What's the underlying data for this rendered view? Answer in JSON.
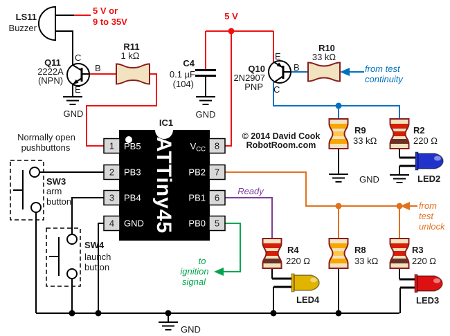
{
  "colors": {
    "power_red": "#ee1111",
    "signal_blue": "#0070c0",
    "signal_orange": "#e2711d",
    "signal_purple": "#7d3f98",
    "signal_green": "#00a550",
    "wire_black": "#000000",
    "resistor_body": "#f2e3c0",
    "resistor_outline": "#8b1d1d",
    "band_red": "#d81e05",
    "band_brown": "#6b3226",
    "band_orange": "#f9a602",
    "ic_body": "#000000",
    "led2_blue": "#2233cc",
    "led3_red": "#dd1111",
    "led4_yellow": "#e0b400"
  },
  "buzzer": {
    "ref": "LS11",
    "name": "Buzzer",
    "supply_line1": "5 V or",
    "supply_line2": "9 to 35V"
  },
  "power": {
    "rail_label": "5 V"
  },
  "transistors": {
    "q11": {
      "ref": "Q11",
      "part": "2222A",
      "package": "(NPN)",
      "collector": "C",
      "base": "B",
      "emitter": "E"
    },
    "q10": {
      "ref": "Q10",
      "part": "2N2907",
      "package": "PNP",
      "collector": "C",
      "base": "B",
      "emitter": "E"
    }
  },
  "resistors": {
    "r11": {
      "ref": "R11",
      "value": "1 kΩ"
    },
    "r10": {
      "ref": "R10",
      "value": "33 kΩ"
    },
    "r9": {
      "ref": "R9",
      "value": "33 kΩ"
    },
    "r2": {
      "ref": "R2",
      "value": "220 Ω"
    },
    "r4": {
      "ref": "R4",
      "value": "220 Ω"
    },
    "r8": {
      "ref": "R8",
      "value": "33 kΩ"
    },
    "r3": {
      "ref": "R3",
      "value": "220 Ω"
    }
  },
  "capacitor": {
    "ref": "C4",
    "value": "0.1 µF",
    "code": "(104)"
  },
  "ic": {
    "ref": "IC1",
    "part": "ATTiny45",
    "pins": {
      "p1": {
        "num": "1",
        "label": "PB5"
      },
      "p2": {
        "num": "2",
        "label": "PB3"
      },
      "p3": {
        "num": "3",
        "label": "PB4"
      },
      "p4": {
        "num": "4",
        "label": "GND"
      },
      "p5": {
        "num": "5",
        "label": "PB0"
      },
      "p6": {
        "num": "6",
        "label": "PB1"
      },
      "p7": {
        "num": "7",
        "label": "PB2"
      },
      "p8": {
        "num": "8",
        "label_main": "V",
        "label_sub": "CC"
      }
    }
  },
  "switches": {
    "heading_line1": "Normally open",
    "heading_line2": "pushbuttons",
    "sw3": {
      "ref": "SW3",
      "desc_line1": "arm",
      "desc_line2": "button"
    },
    "sw4": {
      "ref": "SW4",
      "desc_line1": "launch",
      "desc_line2": "button"
    }
  },
  "leds": {
    "led2": {
      "ref": "LED2"
    },
    "led3": {
      "ref": "LED3"
    },
    "led4": {
      "ref": "LED4"
    }
  },
  "annotations": {
    "continuity_line1": "from test",
    "continuity_line2": "continuity",
    "unlock_line1": "from",
    "unlock_line2": "test",
    "unlock_line3": "unlock",
    "ready": "Ready",
    "ignition_line1": "to",
    "ignition_line2": "ignition",
    "ignition_line3": "signal"
  },
  "ground_labels": {
    "q11": "GND",
    "c4": "GND",
    "mid": "GND",
    "bus": "GND"
  },
  "copyright": {
    "line1": "© 2014 David Cook",
    "line2": "RobotRoom.com"
  }
}
